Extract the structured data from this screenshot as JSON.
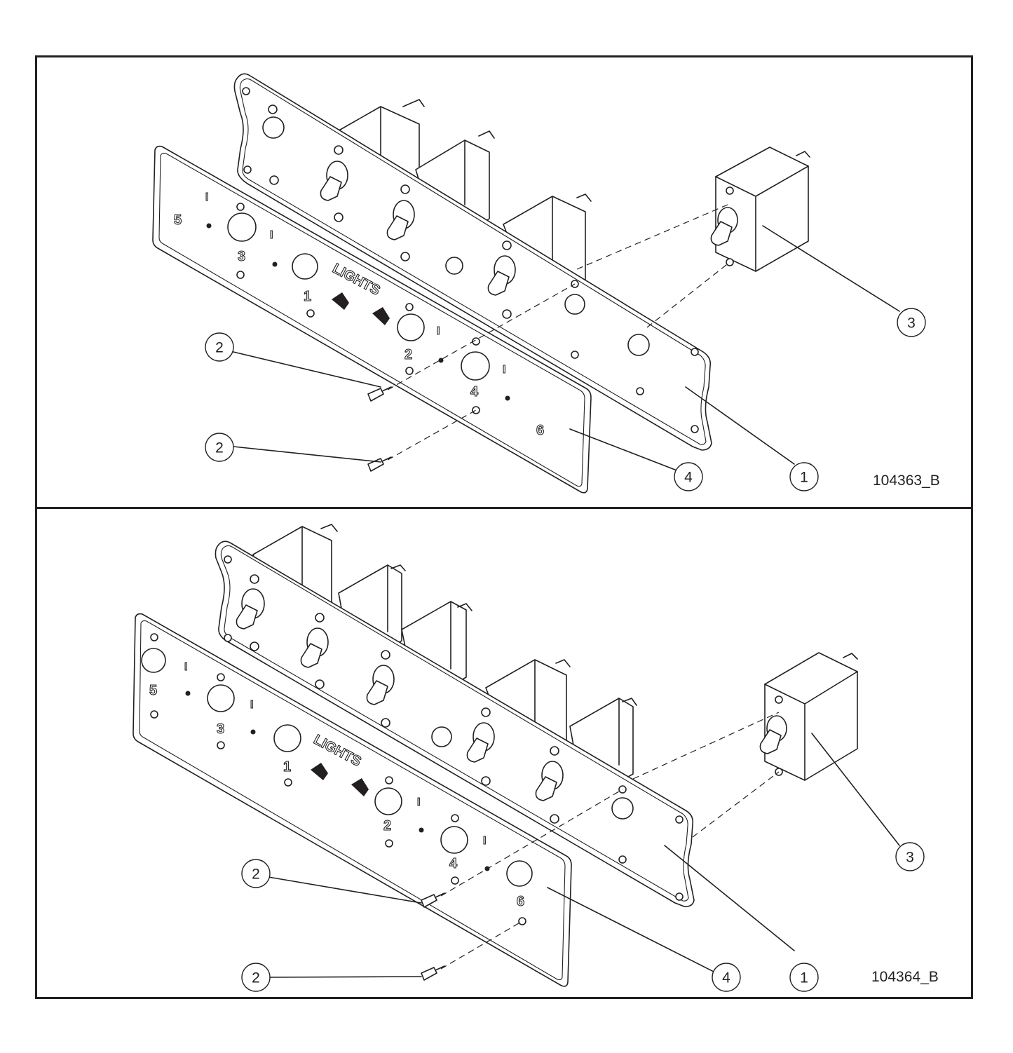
{
  "figures": [
    {
      "id": "top",
      "drawing_number": "104363_B",
      "callouts": [
        "1",
        "2",
        "2",
        "3",
        "4"
      ]
    },
    {
      "id": "bottom",
      "drawing_number": "104364_B",
      "callouts": [
        "1",
        "2",
        "2",
        "3",
        "4"
      ]
    }
  ],
  "panel_text": {
    "lights": "LIGHTS",
    "numbers": [
      "1",
      "2",
      "3",
      "4",
      "5",
      "6"
    ],
    "tick": "I"
  }
}
